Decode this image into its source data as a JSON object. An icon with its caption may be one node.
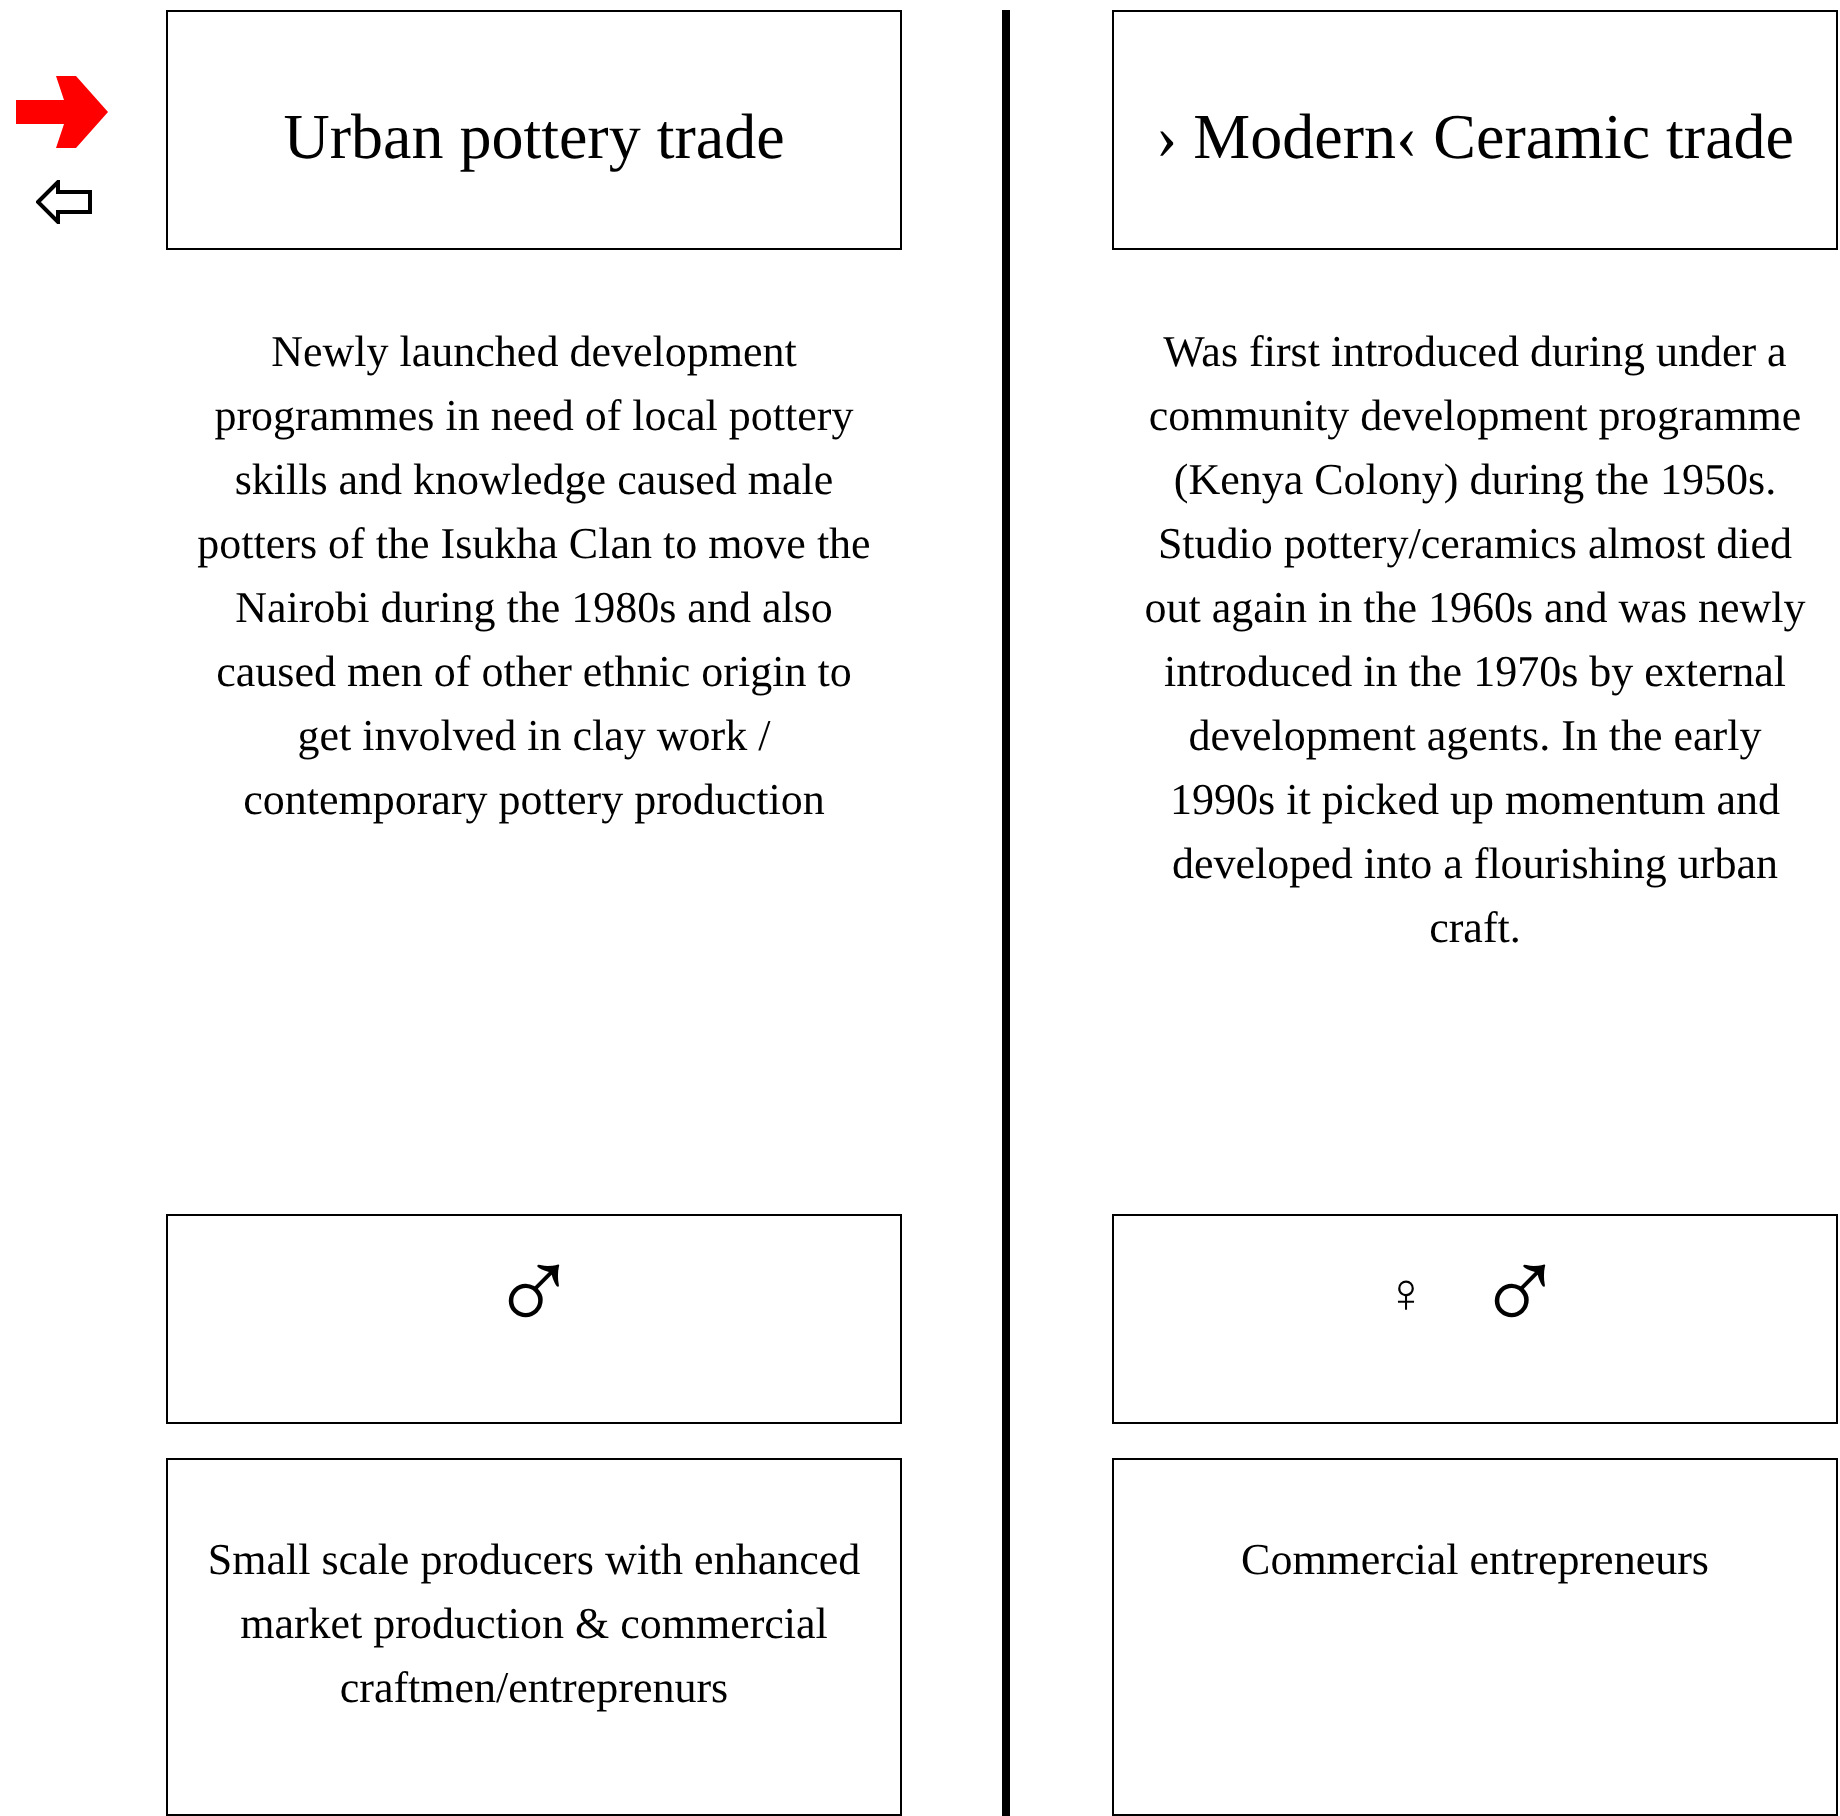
{
  "diagram": {
    "nodes": [
      {
        "text": [
          "Urban pottery trade"
        ]
      },
      {
        "text": [
          "› Modern‹ Ceramic trade"
        ]
      },
      {
        "text": [
          "♂"
        ]
      },
      {
        "text": [
          "♀",
          "♂"
        ]
      },
      {
        "text": [
          "Small scale producers with enhanced market production & commercial craftmen/entreprenurs"
        ]
      },
      {
        "text": [
          "Commercial entrepreneurs"
        ]
      }
    ],
    "labels": [
      "Newly launched development programmes in need of local pottery skills and knowledge caused male potters of the Isukha Clan to move the Nairobi during the 1980s and also caused men of other ethnic origin to get involved in clay work / contemporary pottery production",
      "Was first introduced during under a community development programme (Kenya Colony) during the 1950s. Studio pottery/ceramics almost died out again in the 1960s and was newly introduced in the 1970s by external development agents. In the early 1990s it picked up momentum and developed into a flourishing urban craft."
    ]
  }
}
